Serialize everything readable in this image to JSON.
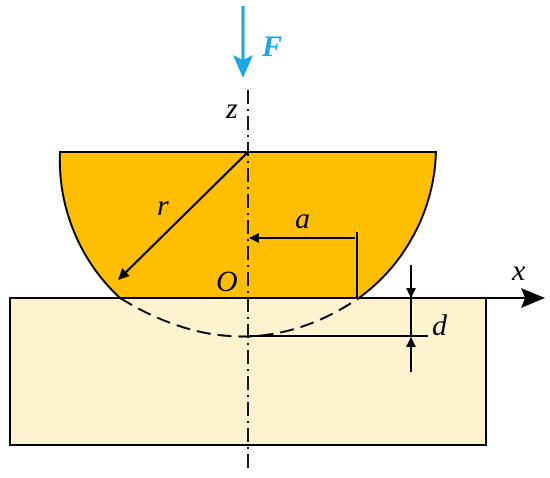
{
  "labels": {
    "force": "F",
    "z_axis": "z",
    "x_axis": "x",
    "radius": "r",
    "contact_radius": "a",
    "origin": "O",
    "depth": "d"
  },
  "colors": {
    "indenter_fill": "#FFBE00",
    "substrate_fill": "#FFF2CF",
    "force_arrow": "#1AA7E8",
    "stroke": "#000000"
  }
}
